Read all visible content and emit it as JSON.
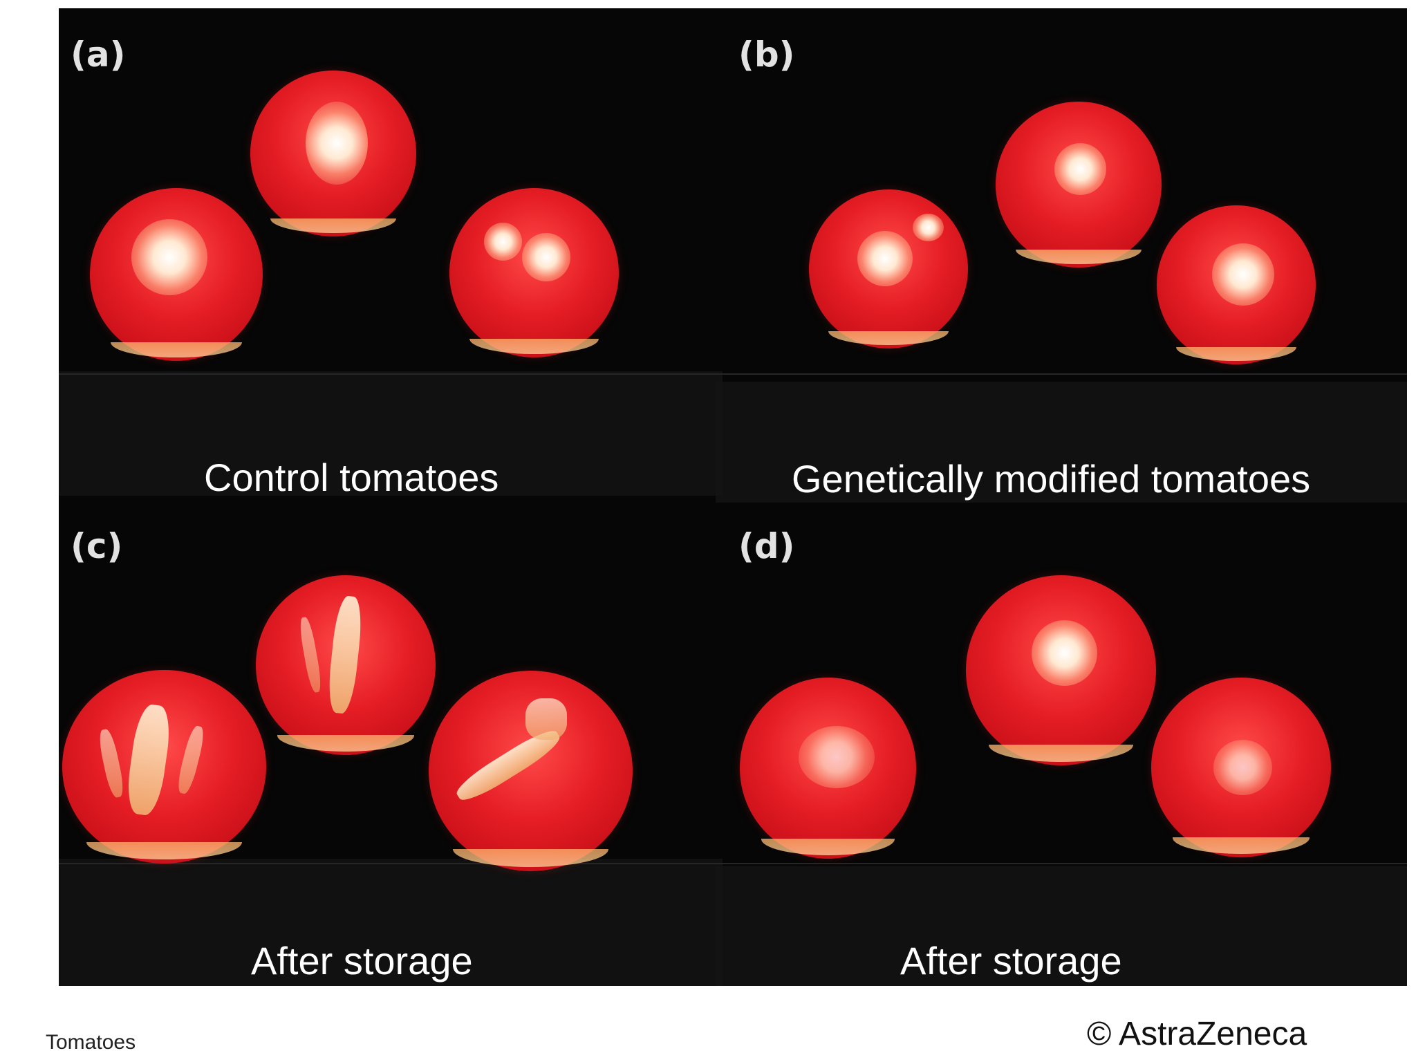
{
  "panels": {
    "a": {
      "letter": "(a)",
      "caption": "Control tomatoes"
    },
    "b": {
      "letter": "(b)",
      "caption": "Genetically modified  tomatoes"
    },
    "c": {
      "letter": "(c)",
      "caption": "After storage"
    },
    "d": {
      "letter": "(d)",
      "caption": "After storage"
    }
  },
  "footer": {
    "label": "Tomatoes",
    "copyright": "© AstraZeneca"
  },
  "colors": {
    "background": "#060606",
    "tomato": "#e51d24",
    "caption_text": "#ffffff"
  }
}
